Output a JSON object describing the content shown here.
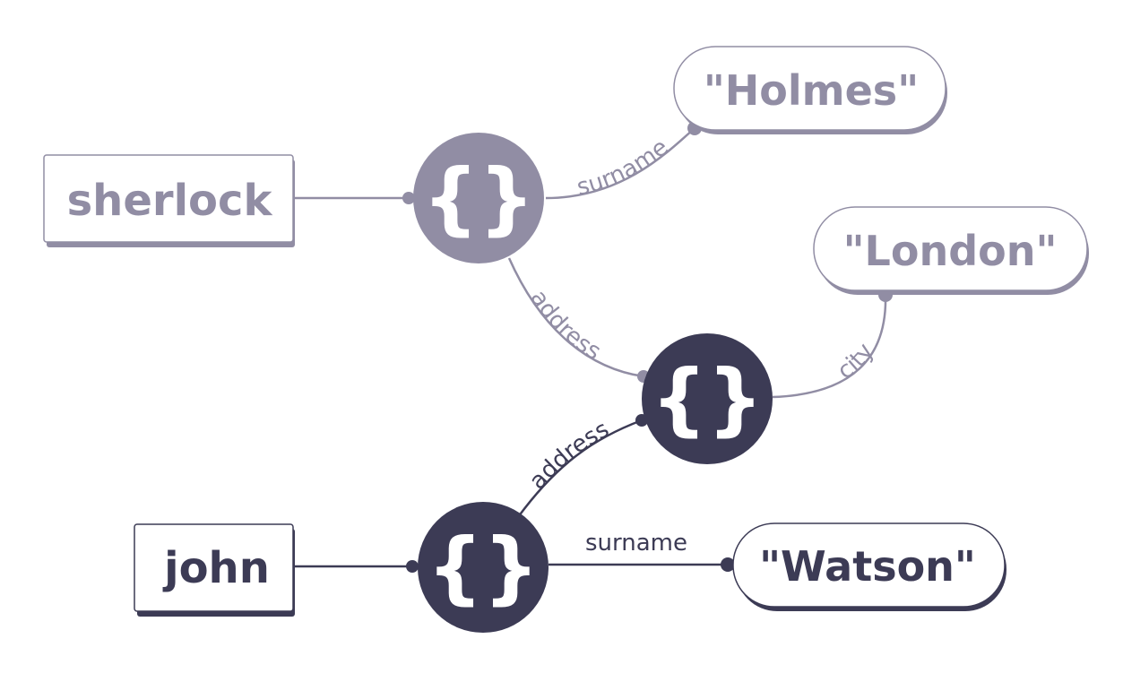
{
  "colors": {
    "light": "#918da4",
    "dark": "#3c3b55",
    "white": "#ffffff"
  },
  "icons": {
    "object_node": "curly-braces-icon"
  },
  "nodes": {
    "sherlock": {
      "label": "sherlock"
    },
    "john": {
      "label": "john"
    },
    "holmes": {
      "label": "\"Holmes\""
    },
    "london": {
      "label": "\"London\""
    },
    "watson": {
      "label": "\"Watson\""
    },
    "obj_sherlock": {
      "label": "{}"
    },
    "obj_address": {
      "label": "{}"
    },
    "obj_john": {
      "label": "{}"
    }
  },
  "edges": {
    "sherlock_surname": {
      "label": "surname"
    },
    "sherlock_address": {
      "label": "address"
    },
    "address_city": {
      "label": "city"
    },
    "john_address": {
      "label": "address"
    },
    "john_surname": {
      "label": "surname"
    }
  }
}
